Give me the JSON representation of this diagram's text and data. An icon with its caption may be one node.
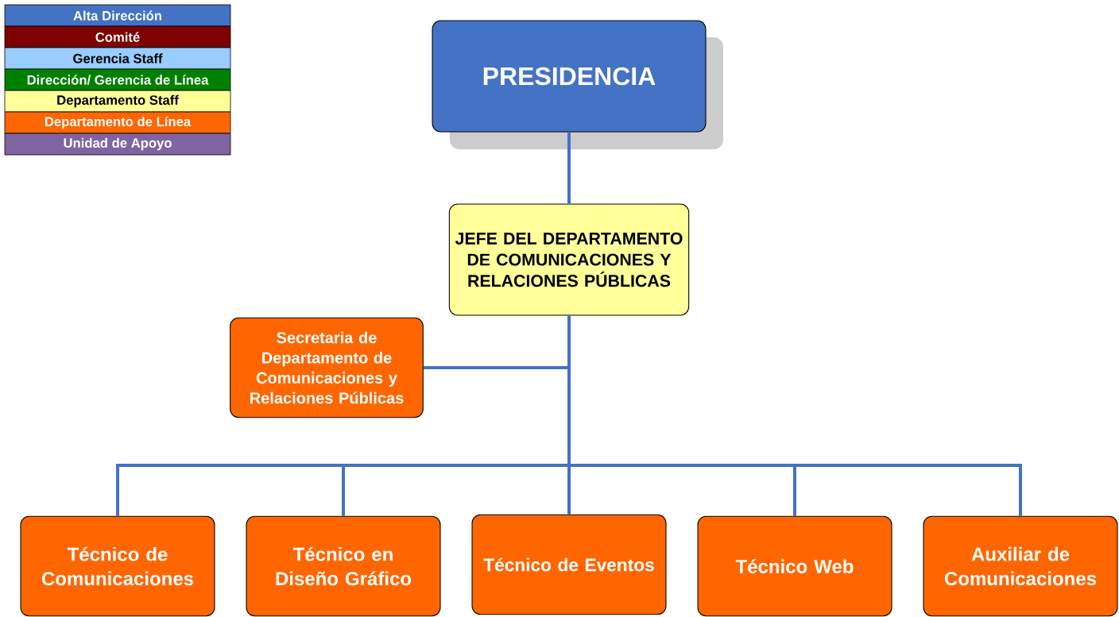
{
  "diagram": {
    "nodes": [
      {
        "text": [
          "PRESIDENCIA"
        ]
      },
      {
        "text": [
          "JEFE DEL DEPARTAMENTO DE COMUNICACIONES Y RELACIONES PÚBLICAS"
        ]
      },
      {
        "text": [
          "Secretaria de Departamento de Comunicaciones y Relaciones Públicas"
        ]
      },
      {
        "text": [
          "Técnico de Comunicaciones"
        ]
      },
      {
        "text": [
          "Técnico en Diseño Gráfico"
        ]
      },
      {
        "text": [
          "Técnico de Eventos"
        ]
      },
      {
        "text": [
          "Técnico Web"
        ]
      },
      {
        "text": [
          "Auxiliar de Comunicaciones"
        ]
      }
    ],
    "edges": [
      {
        "from": 0,
        "to": 1,
        "arrow": "none"
      },
      {
        "from": 1,
        "to": 2,
        "arrow": "none"
      },
      {
        "from": 1,
        "to": 3,
        "arrow": "none"
      },
      {
        "from": 1,
        "to": 4,
        "arrow": "none"
      },
      {
        "from": 1,
        "to": 5,
        "arrow": "none"
      },
      {
        "from": 1,
        "to": 6,
        "arrow": "none"
      },
      {
        "from": 1,
        "to": 7,
        "arrow": "none"
      }
    ],
    "legend": [
      {
        "text": "Alta Dirección",
        "color": "#4472c4"
      },
      {
        "text": "Comité",
        "color": "#7f0000"
      },
      {
        "text": "Gerencia Staff",
        "color": "#99ccff"
      },
      {
        "text": "Dirección/ Gerencia de Línea",
        "color": "#008000"
      },
      {
        "text": "Departamento Staff",
        "color": "#ffff99"
      },
      {
        "text": "Departamento de Línea",
        "color": "#ff6600"
      },
      {
        "text": "Unidad de Apoyo",
        "color": "#8064a2"
      }
    ]
  }
}
